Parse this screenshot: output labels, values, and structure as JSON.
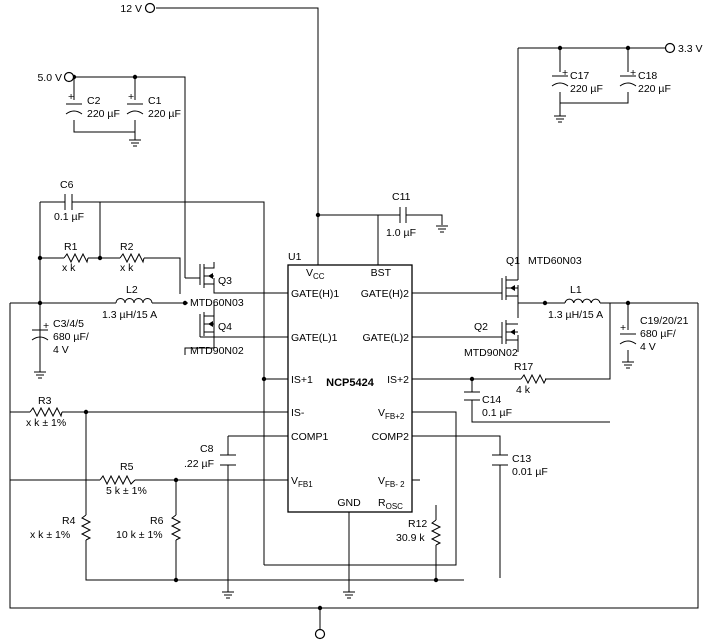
{
  "supplies": {
    "v12": "12 V",
    "v5": "5.0 V",
    "v33": "3.3 V"
  },
  "ic": {
    "ref": "U1",
    "name": "NCP5424",
    "pins": {
      "vcc": "V",
      "vcc_sub": "CC",
      "bst": "BST",
      "gate_h1": "GATE(H)1",
      "gate_h2": "GATE(H)2",
      "gate_l1": "GATE(L)1",
      "gate_l2": "GATE(L)2",
      "is_p1": "IS+1",
      "is_p2": "IS+2",
      "is_m": "IS-",
      "vfb_p2": "V",
      "vfb_p2_sub": "FB+2",
      "comp1": "COMP1",
      "comp2": "COMP2",
      "vfb1": "V",
      "vfb1_sub": "FB1",
      "vfb_m2": "V",
      "vfb_m2_sub": "FB- 2",
      "gnd": "GND",
      "rosc": "R",
      "rosc_sub": "OSC"
    }
  },
  "components": {
    "c1": {
      "ref": "C1",
      "value": "220 µF"
    },
    "c2": {
      "ref": "C2",
      "value": "220 µF"
    },
    "c6": {
      "ref": "C6",
      "value": "0.1 µF"
    },
    "c11": {
      "ref": "C11",
      "value": "1.0 µF"
    },
    "c17": {
      "ref": "C17",
      "value": "220 µF"
    },
    "c18": {
      "ref": "C18",
      "value": "220 µF"
    },
    "r1": {
      "ref": "R1",
      "value": "x k"
    },
    "r2": {
      "ref": "R2",
      "value": "x k"
    },
    "l2": {
      "ref": "L2",
      "value": "1.3 µH/15 A"
    },
    "c345": {
      "ref": "C3/4/5",
      "value1": "680 µF/",
      "value2": "4 V"
    },
    "q3": {
      "ref": "Q3",
      "part": "MTD60N03"
    },
    "q4": {
      "ref": "Q4",
      "part": "MTD90N02"
    },
    "q1": {
      "ref": "Q1",
      "part": "MTD60N03"
    },
    "q2": {
      "ref": "Q2",
      "part": "MTD90N02"
    },
    "l1": {
      "ref": "L1",
      "value": "1.3 µH/15 A"
    },
    "c192021": {
      "ref": "C19/20/21",
      "value1": "680 µF/",
      "value2": "4 V"
    },
    "r17": {
      "ref": "R17",
      "value": "4 k"
    },
    "c14": {
      "ref": "C14",
      "value": "0.1 µF"
    },
    "r3": {
      "ref": "R3",
      "value": "x k ± 1%"
    },
    "r5": {
      "ref": "R5",
      "value": "5 k ± 1%"
    },
    "c8": {
      "ref": "C8",
      "value": ".22 µF"
    },
    "c13": {
      "ref": "C13",
      "value": "0.01 µF"
    },
    "r4": {
      "ref": "R4",
      "value": "x k ± 1%"
    },
    "r6": {
      "ref": "R6",
      "value": "10 k ± 1%"
    },
    "r12": {
      "ref": "R12",
      "value": "30.9 k"
    }
  }
}
